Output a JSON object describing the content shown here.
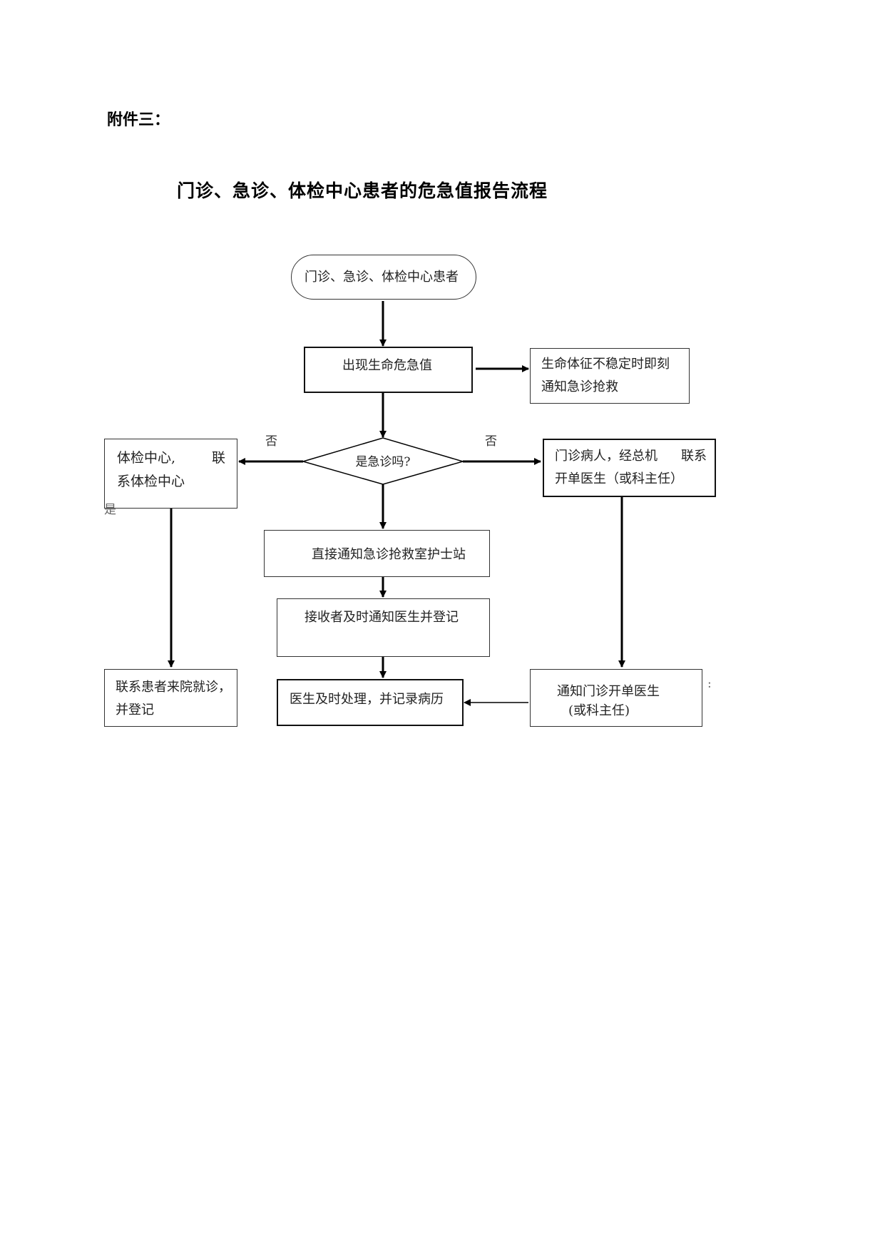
{
  "document": {
    "attachment_label": "附件三：",
    "title": "门诊、急诊、体检中心患者的危急值报告流程"
  },
  "nodes": {
    "start": {
      "text": "门诊、急诊、体检中心患者"
    },
    "critical_value": {
      "text": "出现生命危急值"
    },
    "unstable_vitals": {
      "line1": "生命体征不稳定时即刻",
      "line2": "通知急诊抢救"
    },
    "decision": {
      "text": "是急诊吗?"
    },
    "physical_center": {
      "line1a": "体检中心,",
      "line1b": "联",
      "line2": "系体检中心"
    },
    "outpatient": {
      "line1a": "门诊病人，经总机",
      "line1b": "联系",
      "line2": "开单医生（或科主任）"
    },
    "notify_er_nurse": {
      "text": "直接通知急诊抢救室护士站"
    },
    "receiver_notify": {
      "text": "接收者及时通知医生并登记"
    },
    "contact_patient": {
      "line1": "联系患者来院就诊，",
      "line2": "并登记"
    },
    "doctor_handle": {
      "text": "医生及时处理，并记录病历"
    },
    "notify_outpatient_doctor": {
      "line1": "通知门诊开单医生",
      "line2": "(或科主任)"
    }
  },
  "edge_labels": {
    "no_left": "否",
    "no_right": "否",
    "yes": "是",
    "stray_mark": ":"
  }
}
